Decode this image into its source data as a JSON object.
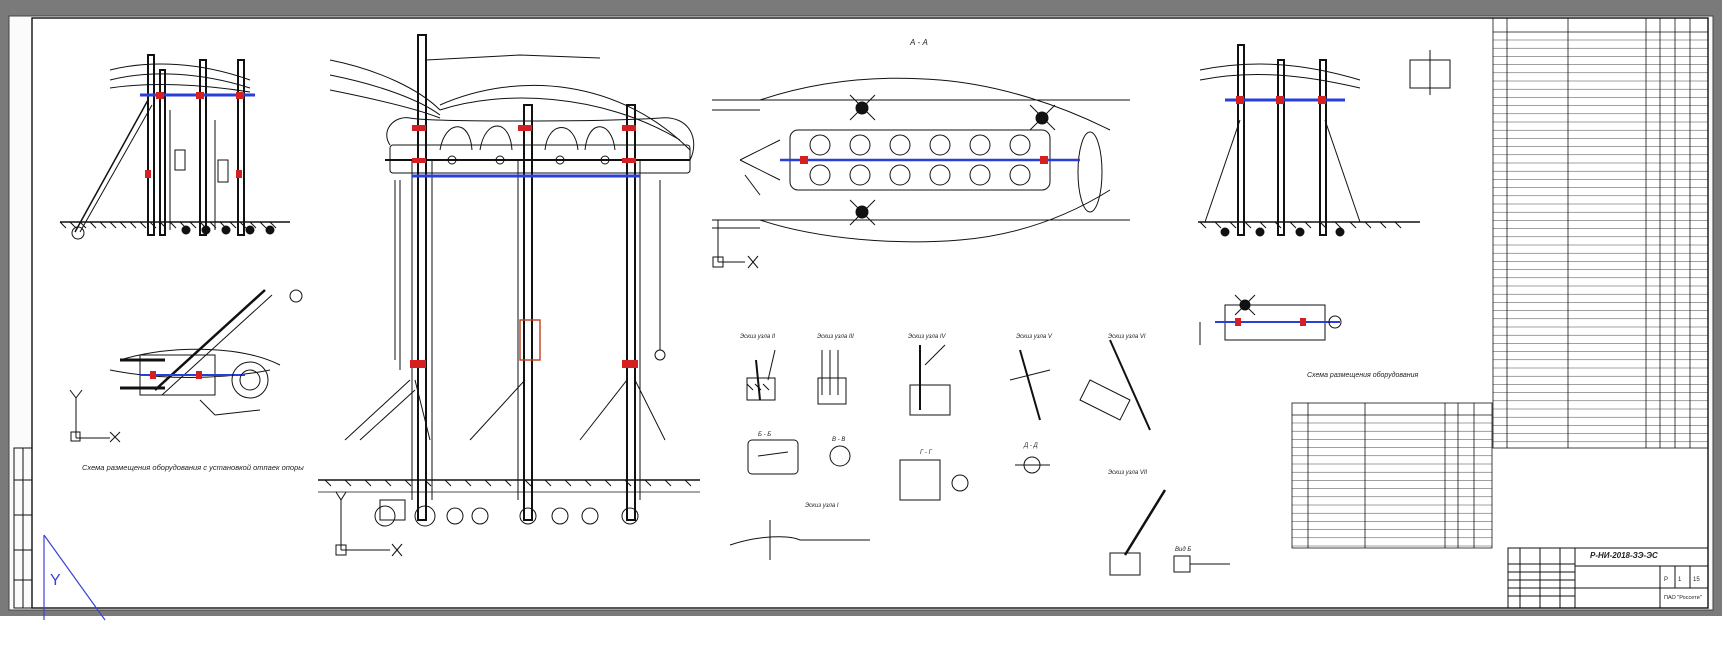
{
  "drawing": {
    "code": "Р-НИ-2018-ЗЭ-ЭС",
    "captions": {
      "left_equipment_scheme": "Схема размещения оборудования с установкой отпаек опоры",
      "view_aa": "А - А",
      "mounting_scheme": "Схема размещения оборудования",
      "node_1": "Эскиз узла I",
      "node_2": "Эскиз узла II",
      "node_3": "Эскиз узла III",
      "node_4": "Эскиз узла IV",
      "node_5": "Эскиз узла V",
      "node_6": "Эскиз узла VI",
      "node_7": "Эскиз узла VII",
      "view_b": "Вид Б",
      "sec_bb": "Б - Б",
      "sec_vv": "В - В",
      "sec_gg": "Г - Г",
      "sec_dd": "Д - Д"
    },
    "title_block": {
      "code": "Р-НИ-2018-ЗЭ-ЭС",
      "stage": "Р",
      "sheet": "1",
      "sheets": "15",
      "org": "ПАО \"Россети\""
    }
  },
  "colors": {
    "line": "#111111",
    "red": "#d42020",
    "blue": "#2a3ed8",
    "frame": "#6b6b6b",
    "triangle": "#3a44d6"
  }
}
